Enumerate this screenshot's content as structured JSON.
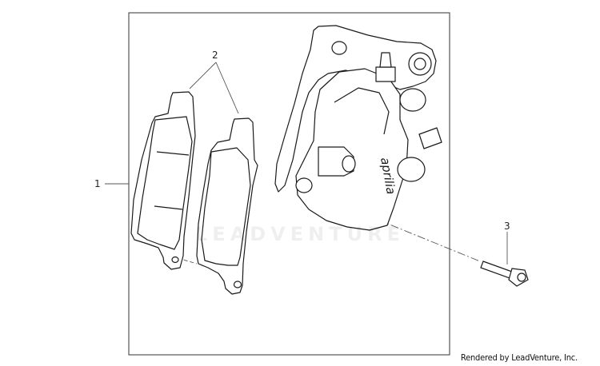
{
  "callouts": {
    "pads": "2",
    "assembly": "1",
    "bolt": "3"
  },
  "caliper_brand": "aprilia",
  "watermark": "LEADVENTURE",
  "footer": "Rendered by LeadVenture, Inc.",
  "colors": {
    "line": "#1a1a1a",
    "frame": "#333333",
    "leader": "#555555"
  }
}
